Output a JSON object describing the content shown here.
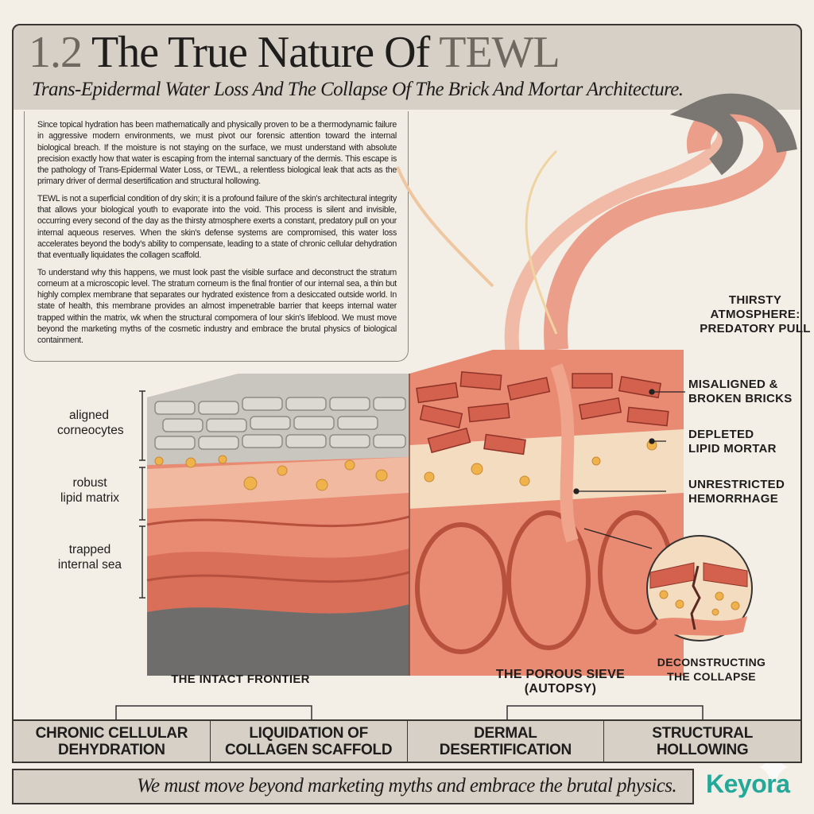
{
  "header": {
    "title_number": "1.2",
    "title_main": "The True Nature Of",
    "title_accent": "TEWL",
    "subtitle": "Trans-Epidermal Water Loss And The Collapse Of The Brick And Mortar Architecture."
  },
  "body_text": [
    "Since topical hydration has been mathematically and physically proven to be a thermodynamic failure in aggressive modern environments, we must pivot our forensic attention toward the internal biological breach. If the moisture is not staying on the surface, we must understand with absolute precision exactly how that water is escaping from the internal sanctuary of the dermis. This escape is the pathology of Trans-Epidermal Water Loss, or TEWL, a relentless biological leak that acts as the primary driver of dermal desertification and structural hollowing.",
    "TEWL is not a superficial condition of dry skin; it is a profound failure of the skin's architectural integrity that allows your biological youth to evaporate into the void. This process is silent and invisible, occurring every second of the day as the thirsty atmosphere exerts a constant, predatory pull on your internal aqueous reserves. When the skin's defense systems are compromised, this water loss accelerates beyond the body's ability to compensate, leading to a state of chronic cellular dehydration that eventually liquidates the collagen scaffold.",
    "To understand why this happens, we must look past the visible surface and deconstruct the stratum corneum at a microscopic level. The stratum corneum is the final frontier of our internal sea, a thin but highly complex membrane that separates our hydrated existence from a desiccated outside world. In state of health, this membrane provides an almost impenetrable barrier that keeps internal water trapped within the matrix, wk when the structural compomera of lour skin's lifeblood. We must move beyond the marketing myths of the cosmetic industry and embrace the brutal physics of biological containment."
  ],
  "left_labels": [
    "aligned\ncorneocytes",
    "robust\nlipid matrix",
    "trapped\ninternal sea"
  ],
  "left_caption": "THE INTACT FRONTIER",
  "right_labels": {
    "atmosphere": "THIRSTY\nATMOSPHERE:\nPREDATORY PULL",
    "bricks": "MISALIGNED &\nBROKEN BRICKS",
    "mortar": "DEPLETED\nLIPID MORTAR",
    "hemorrhage": "UNRESTRICTED\nHEMORRHAGE",
    "magnifier": "DECONSTRUCTING\nTHE COLLAPSE"
  },
  "right_caption": "THE POROUS SIEVE\n(AUTOPSY)",
  "outcomes": [
    "CHRONIC CELLULAR\nDEHYDRATION",
    "LIQUIDATION OF\nCOLLAGEN SCAFFOLD",
    "DERMAL\nDESERTIFICATION",
    "STRUCTURAL\nHOLLOWING"
  ],
  "quote": "We must move beyond marketing myths and embrace the brutal physics.",
  "logo": "Keyora",
  "colors": {
    "panel": "#d6d0c6",
    "background": "#f3efe6",
    "skin": "#e98a73",
    "brick": "#d4614d",
    "lipid": "#f0b24a",
    "logo": "#23a89a"
  }
}
